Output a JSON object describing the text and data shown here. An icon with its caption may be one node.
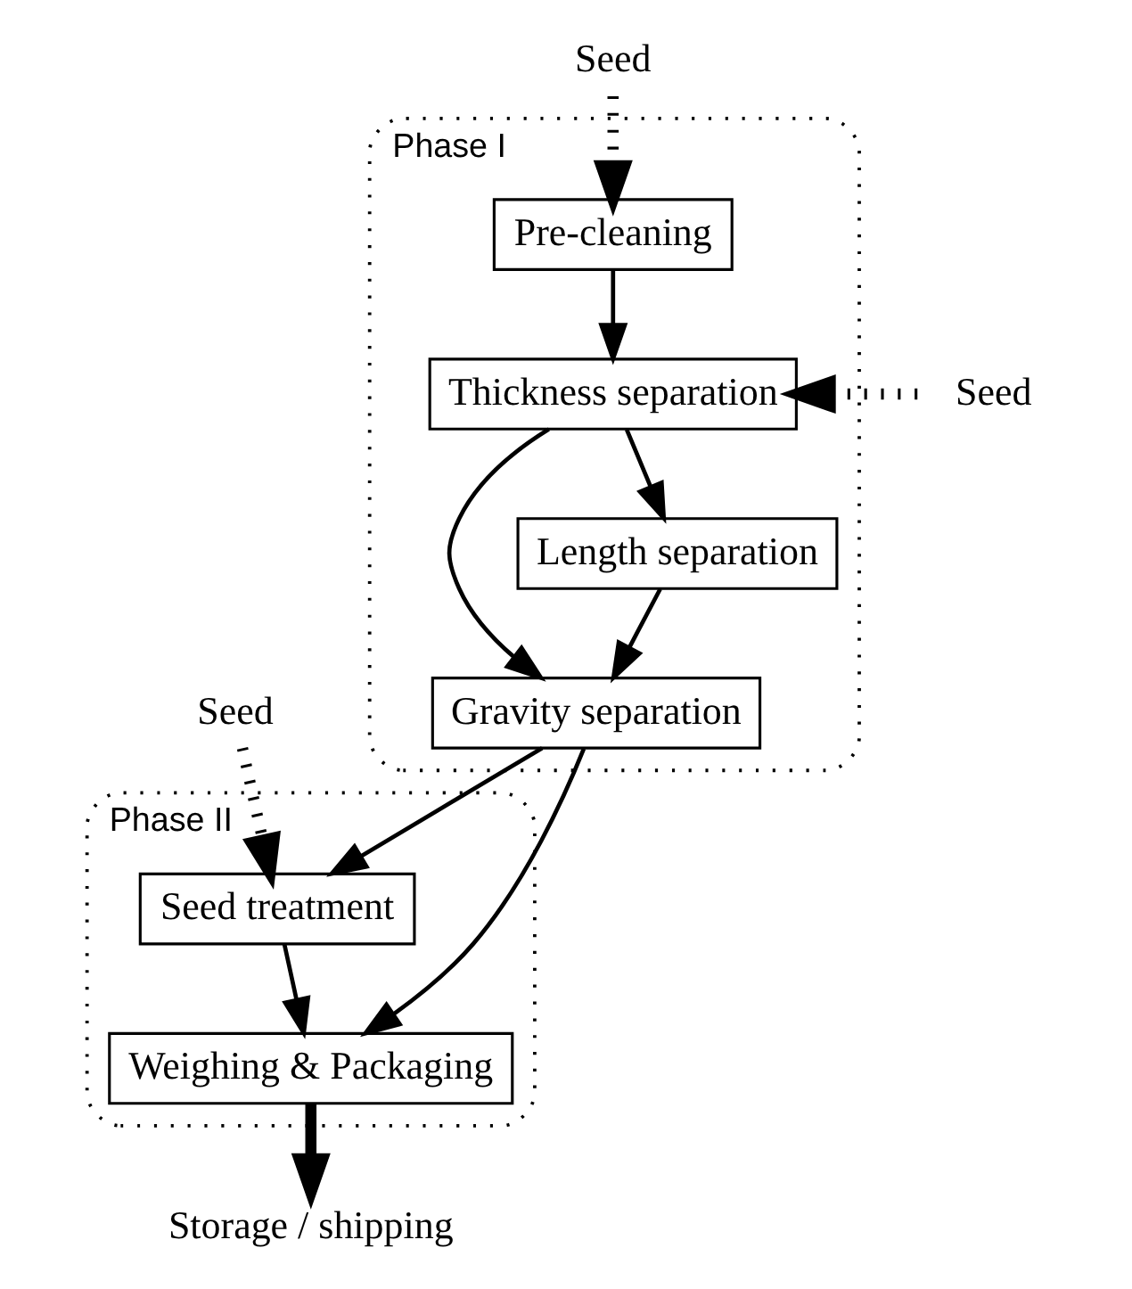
{
  "diagram": {
    "nodes": [
      {
        "text": [
          "Phase I"
        ]
      },
      {
        "text": [
          "Pre-cleaning"
        ],
        "in": 0
      },
      {
        "text": [
          "Thickness separation"
        ],
        "in": 0
      },
      {
        "text": [
          "Gravity separation"
        ],
        "in": 0
      },
      {
        "text": [
          "Length separation"
        ],
        "in": 0
      },
      {
        "text": [
          "Phase II"
        ]
      },
      {
        "text": [
          "Seed treatment"
        ],
        "in": 5
      },
      {
        "text": [
          "Weighing & Packaging"
        ],
        "in": 5
      },
      {
        "text": [
          "Seed"
        ]
      },
      {
        "text": [
          "Seed"
        ]
      },
      {
        "text": [
          "Seed"
        ]
      },
      {
        "text": [
          "Storage / shipping"
        ]
      }
    ],
    "edges": [
      {
        "from": 8,
        "to": 1,
        "arrow": "to",
        "style": "dashed"
      },
      {
        "from": 1,
        "to": 2,
        "arrow": "to"
      },
      {
        "from": 2,
        "to": 3,
        "arrow": "to"
      },
      {
        "from": 2,
        "to": 4,
        "arrow": "to"
      },
      {
        "from": 4,
        "to": 3,
        "arrow": "to"
      },
      {
        "from": 3,
        "to": 6,
        "arrow": "to"
      },
      {
        "from": 3,
        "to": 7,
        "arrow": "to"
      },
      {
        "from": 6,
        "to": 7,
        "arrow": "to"
      },
      {
        "from": 9,
        "to": 2,
        "arrow": "to",
        "style": "dashed"
      },
      {
        "from": 10,
        "to": 6,
        "arrow": "to",
        "style": "dashed"
      },
      {
        "from": 7,
        "to": 11,
        "arrow": "to",
        "style": "thick"
      }
    ]
  }
}
